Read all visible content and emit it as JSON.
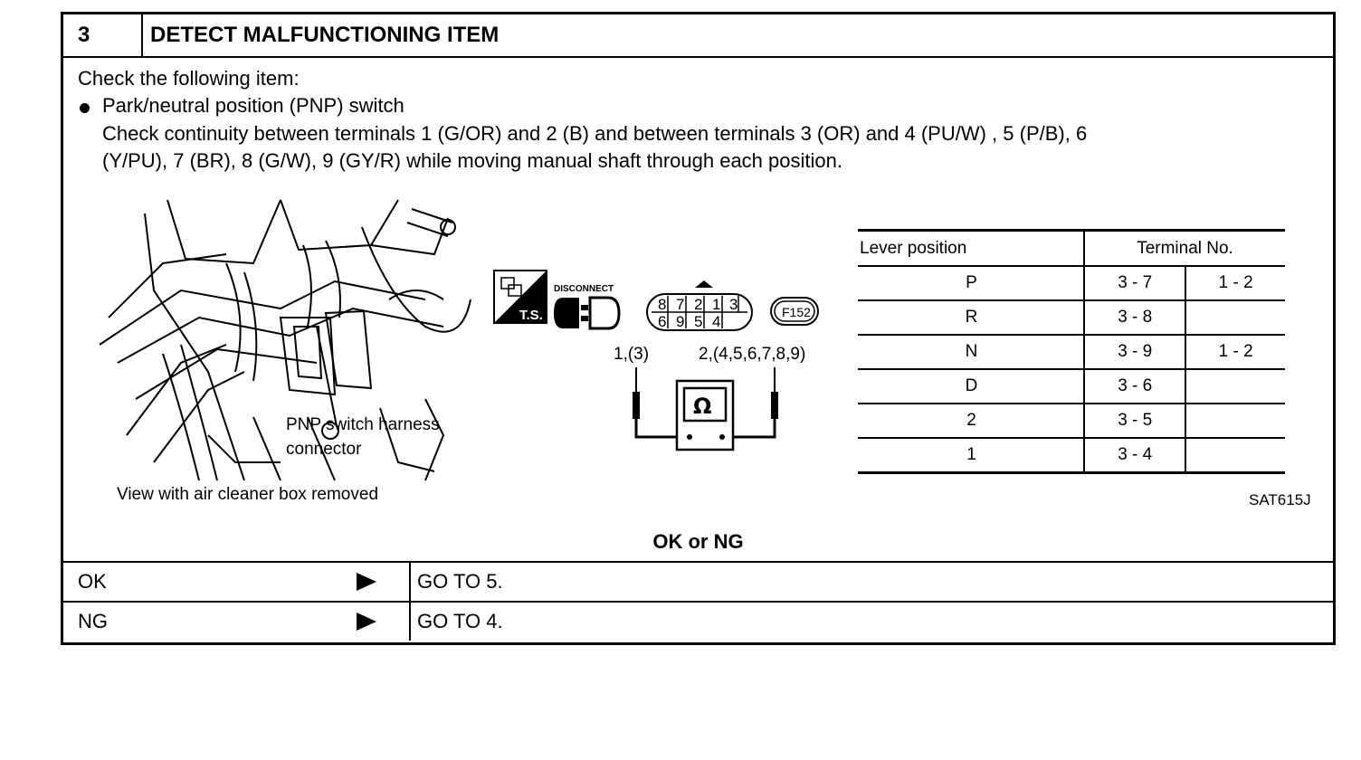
{
  "step": {
    "number": "3",
    "title": "DETECT MALFUNCTIONING ITEM"
  },
  "instructions": {
    "intro": "Check the following item:",
    "bullet": "Park/neutral position (PNP) switch",
    "detail_line1": "Check continuity between terminals 1 (G/OR) and 2 (B) and between terminals 3 (OR) and 4 (PU/W) , 5 (P/B), 6",
    "detail_line2": "(Y/PU), 7 (BR), 8 (G/W), 9 (GY/R) while moving manual shaft through each position."
  },
  "figure": {
    "callout_line1": "PNP switch harness",
    "callout_line2": "connector",
    "caption": "View with air cleaner box removed",
    "ts_label": "T.S.",
    "disconnect_label": "DISCONNECT",
    "connector_id": "F152",
    "connector_pins_top": [
      "8",
      "7",
      "2",
      "1",
      "3"
    ],
    "connector_pins_bottom": [
      "6",
      "9",
      "5",
      "4"
    ],
    "probe_left_label": "1,(3)",
    "probe_right_label": "2,(4,5,6,7,8,9)",
    "meter_symbol": "Ω",
    "reference": "SAT615J"
  },
  "table": {
    "col_lever": "Lever position",
    "col_terminal": "Terminal No.",
    "rows": [
      {
        "pos": "P",
        "t1": "3 - 7",
        "t2": "1 - 2"
      },
      {
        "pos": "R",
        "t1": "3 - 8",
        "t2": ""
      },
      {
        "pos": "N",
        "t1": "3 - 9",
        "t2": "1 - 2"
      },
      {
        "pos": "D",
        "t1": "3 - 6",
        "t2": ""
      },
      {
        "pos": "2",
        "t1": "3 - 5",
        "t2": ""
      },
      {
        "pos": "1",
        "t1": "3 - 4",
        "t2": ""
      }
    ]
  },
  "result": {
    "heading": "OK or NG",
    "ok_label": "OK",
    "ok_action": "GO TO 5.",
    "ng_label": "NG",
    "ng_action": "GO TO 4."
  }
}
